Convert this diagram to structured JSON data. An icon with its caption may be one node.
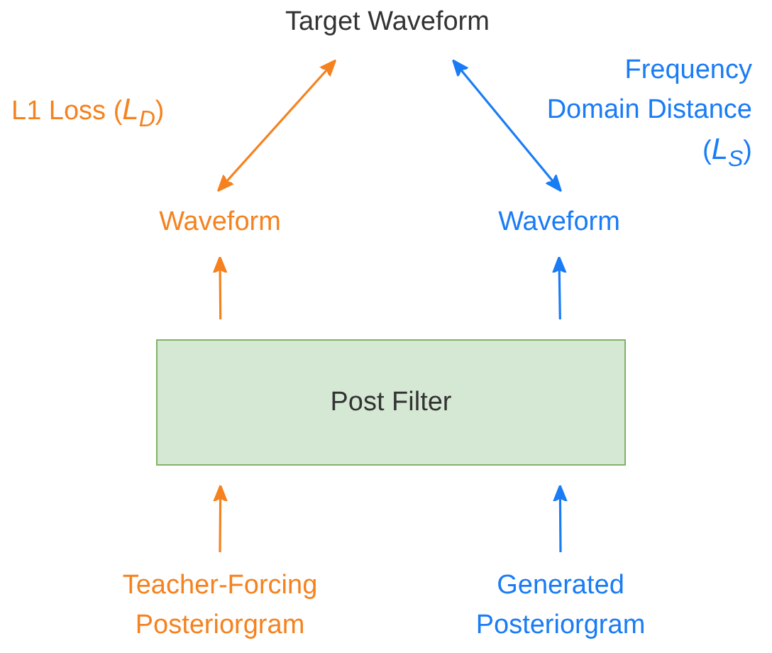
{
  "diagram": {
    "nodes": [
      {
        "text": [
          "Target Waveform"
        ]
      },
      {
        "text": [
          "Waveform"
        ]
      },
      {
        "text": [
          "Waveform"
        ]
      },
      {
        "text": [
          "Post Filter"
        ]
      },
      {
        "text": [
          "Teacher-Forcing Posteriorgram"
        ]
      },
      {
        "text": [
          "Generated Posteriorgram"
        ]
      }
    ],
    "edges": [
      {
        "from": 1,
        "to": 0,
        "arrow": "both",
        "label": "L1 Loss (*L*$_{D}$)",
        "color": "#f5821f"
      },
      {
        "from": 2,
        "to": 0,
        "arrow": "both",
        "label": "Frequency Domain Distance (*L*$_{S}$)",
        "color": "#1a7cf5"
      },
      {
        "from": 3,
        "to": 1,
        "arrow": "to",
        "color": "#f5821f"
      },
      {
        "from": 3,
        "to": 2,
        "arrow": "to",
        "color": "#1a7cf5"
      },
      {
        "from": 4,
        "to": 3,
        "arrow": "to",
        "color": "#f5821f"
      },
      {
        "from": 5,
        "to": 3,
        "arrow": "to",
        "color": "#1a7cf5"
      }
    ]
  }
}
